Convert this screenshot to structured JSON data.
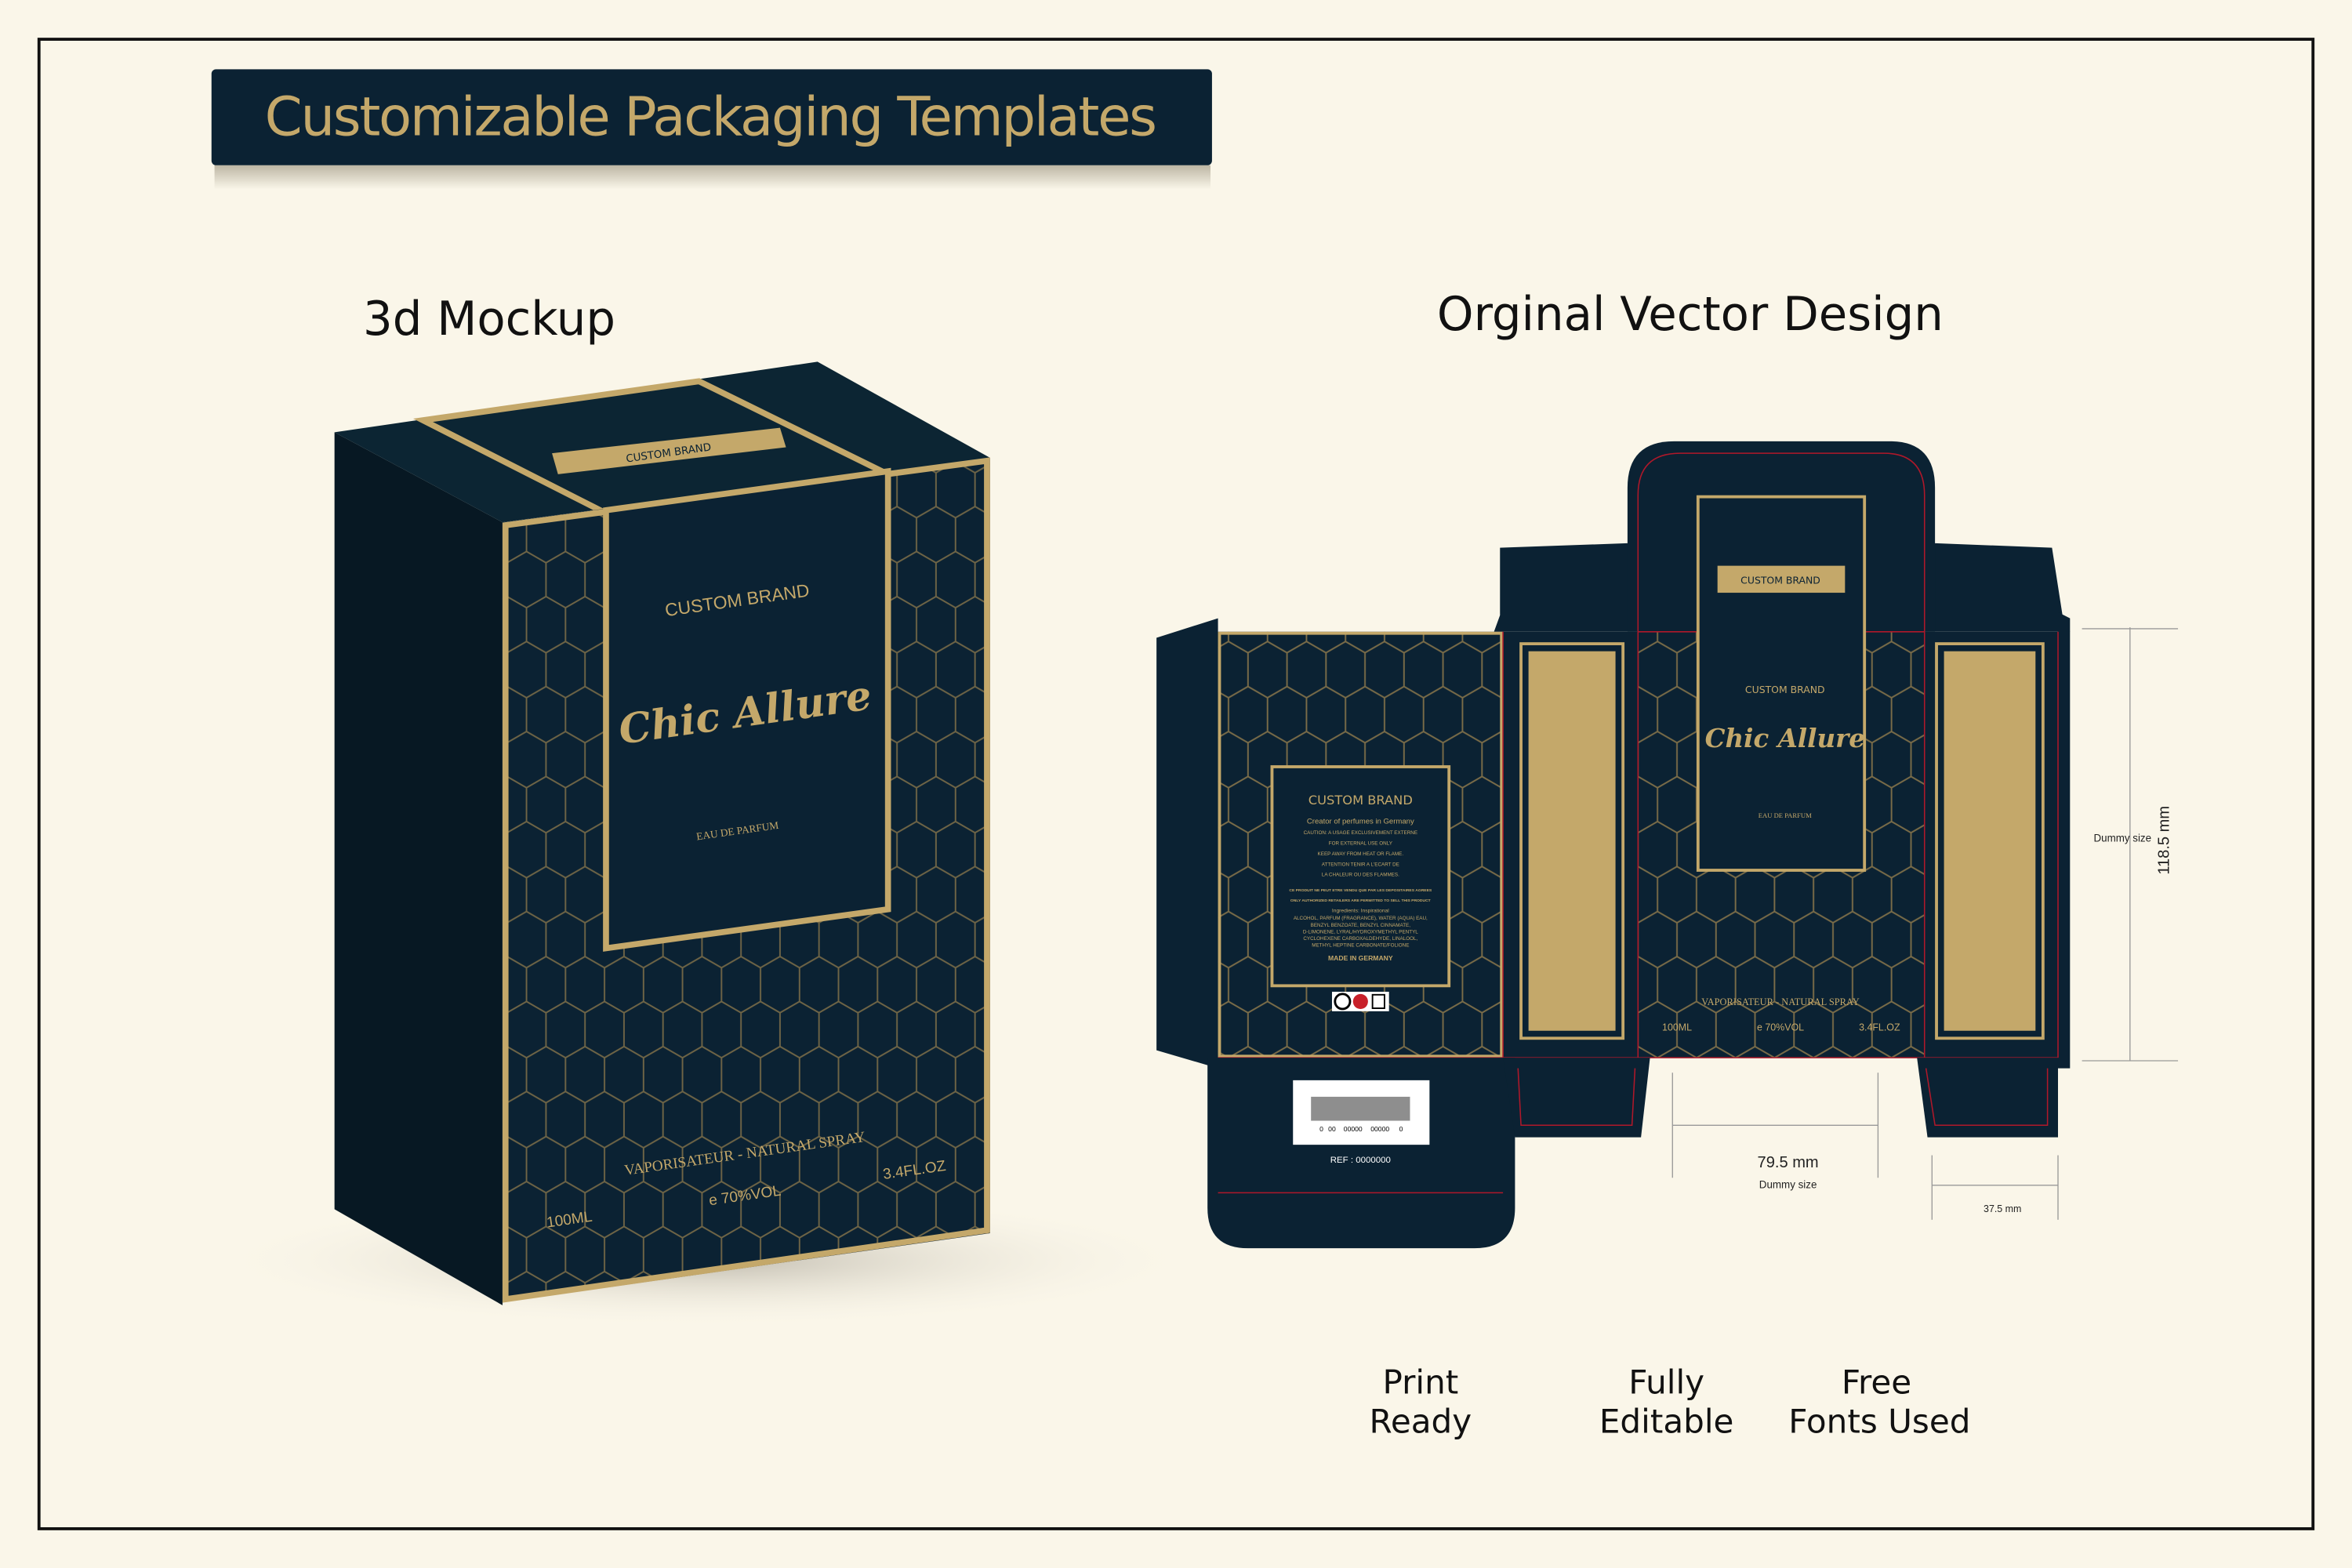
{
  "title": "Customizable Packaging Templates",
  "sections": {
    "mockup_heading": "3d Mockup",
    "vector_heading": "Orginal Vector Design"
  },
  "colors": {
    "background": "#faf6e9",
    "navy": "#0b2233",
    "gold": "#c4a86a",
    "cut_line": "#b0182a"
  },
  "product": {
    "brand": "CUSTOM BRAND",
    "name": "Chic Allure",
    "type": "EAU DE PARFUM",
    "spray": "VAPORISATEUR - NATURAL SPRAY",
    "volume_ml": "100ML",
    "alcohol": "e 70%VOL",
    "volume_oz": "3.4FL.OZ"
  },
  "back_label": {
    "brand": "CUSTOM BRAND",
    "tagline": "Creator of perfumes in Germany",
    "lines": [
      "CAUTION: A USAGE EXCLUSIVEMENT EXTERNE",
      "FOR EXTERNAL USE ONLY",
      "KEEP AWAY FROM HEAT OR FLAME.",
      "ATTENTION TENIR A L'ECART DE",
      "LA CHALEUR OU DES FLAMMES."
    ],
    "retail_lines": [
      "CE PRODUIT NE PEUT ETRE VENDU QUE PAR LES DEPOSITAIRES AGREES",
      "ONLY AUTHORIZED RETAILERS ARE PERMITTED TO SELL THIS PRODUCT"
    ],
    "ingredients_title": "Ingredients: Inspirational",
    "ingredients": [
      "ALCOHOL, PARFUM (FRAGRANCE), WATER (AQUA) EAU,",
      "BENZYL BENZOATE, BENZYL CINNAMATE,",
      "D-LIMONENE, LYRAL/HYDROXYMETHYL PENTYL",
      "CYCLOHEXENE CARBOXALDEHYDE, LINALOOL,",
      "METHYL HEPTINE CARBONATE/FOLIONE"
    ],
    "origin": "MADE IN GERMANY"
  },
  "barcode": {
    "digits": [
      "0",
      "00",
      "00000",
      "00000",
      "0"
    ],
    "ref": "REF : 0000000"
  },
  "dimensions": {
    "width": "79.5 mm",
    "width_note": "Dummy size",
    "depth": "37.5 mm",
    "height": "118.5 mm",
    "height_note": "Dummy size"
  },
  "features": [
    {
      "line1": "Print",
      "line2": "Ready"
    },
    {
      "line1": "Fully",
      "line2": "Editable"
    },
    {
      "line1": "Free",
      "line2": "Fonts Used"
    }
  ]
}
